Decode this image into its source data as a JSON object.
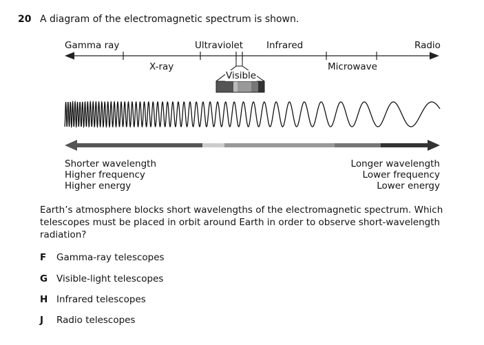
{
  "question": {
    "number": "20",
    "stem": "A diagram of the electromagnetic spectrum is shown."
  },
  "diagram": {
    "top_labels": {
      "gamma_ray": "Gamma ray",
      "ultraviolet": "Ultraviolet",
      "infrared": "Infrared",
      "radio": "Radio"
    },
    "bottom_labels": {
      "x_ray": "X-ray",
      "microwave": "Microwave"
    },
    "visible_label": "Visible",
    "left_description": [
      "Shorter wavelength",
      "Higher frequency",
      "Higher energy"
    ],
    "right_description": [
      "Longer wavelength",
      "Lower frequency",
      "Lower energy"
    ]
  },
  "passage": "Earth’s atmosphere blocks short wavelengths of the electromagnetic spectrum. Which telescopes must be placed in orbit around Earth in order to observe short-wavelength radiation?",
  "choices": [
    {
      "letter": "F",
      "text": "Gamma-ray telescopes"
    },
    {
      "letter": "G",
      "text": "Visible-light telescopes"
    },
    {
      "letter": "H",
      "text": "Infrared telescopes"
    },
    {
      "letter": "J",
      "text": "Radio telescopes"
    }
  ]
}
